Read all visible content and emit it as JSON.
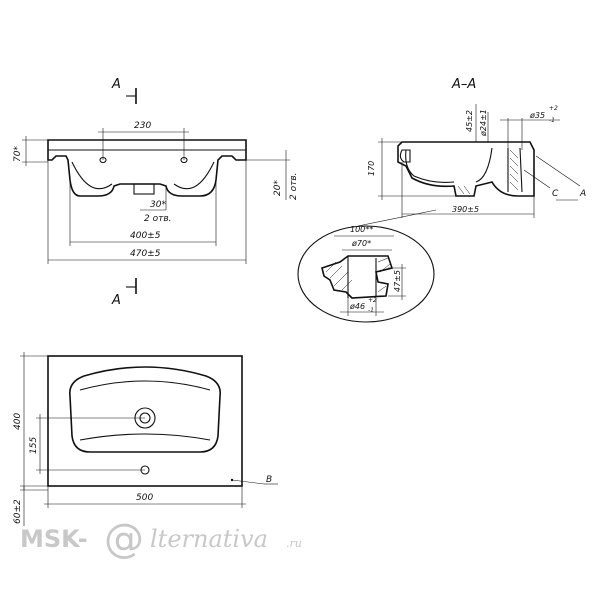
{
  "front_view": {
    "section_letter_top": "A",
    "section_letter_bottom": "A",
    "dim_width_holes": "230",
    "dim_height_left": "70*",
    "dim_angle": "30*",
    "dim_angle_count": "2 отв.",
    "dim_right_angle": "20*",
    "dim_right_count": "2 отв.",
    "dim_inner_width": "400±5",
    "dim_total_width": "470±5"
  },
  "section_view": {
    "title": "А–А",
    "dim_45": "45±2",
    "dim_d24": "ø24±1",
    "dim_d35": "ø35",
    "dim_d35_tol_upper": "+2",
    "dim_d35_tol_lower": "-1",
    "dim_height": "170",
    "dim_depth": "390±5",
    "label_c": "C",
    "label_a": "A"
  },
  "detail_view": {
    "dim_100": "100**",
    "dim_d70": "ø70*",
    "dim_47": "47±5",
    "dim_d46": "ø46",
    "dim_d46_tol_upper": "+2",
    "dim_d46_tol_lower": "-1"
  },
  "plan_view": {
    "dim_depth": "400",
    "dim_hole_offset": "155",
    "dim_width": "500",
    "dim_thickness": "60±2",
    "label_b": "B"
  },
  "watermark": {
    "left": "MSK-",
    "at": "@",
    "right": "lternativa",
    "suffix": ".ru"
  }
}
